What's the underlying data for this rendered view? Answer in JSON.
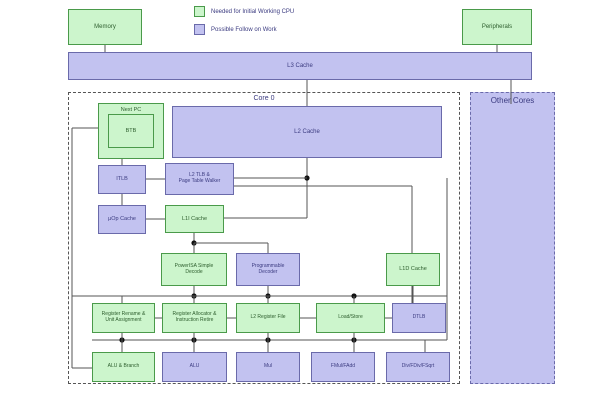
{
  "legend": {
    "items": [
      {
        "label": "Needed for Initial Working CPU",
        "color": "#ccf5cc",
        "kind": "green"
      },
      {
        "label": "Possible Follow on Work",
        "color": "#c2c2f0",
        "kind": "purple"
      }
    ]
  },
  "top": {
    "memory": "Memory",
    "peripherals": "Peripherals",
    "l3_cache": "L3 Cache"
  },
  "groups": {
    "core0": "Core 0",
    "other_cores": "Other Cores"
  },
  "blocks": {
    "next_pc": "Next PC",
    "btb": "BTB",
    "itlb": "ITLB",
    "uop_cache": "µOp Cache",
    "l2_tlb": "L2 TLB &\nPage Table Walker",
    "l2_tlb_line1": "L2 TLB &",
    "l2_tlb_line2": "Page Table Walker",
    "l1i_cache": "L1I Cache",
    "l2_cache": "L2 Cache",
    "l1d_cache": "L1D Cache",
    "powerisa_decode_line1": "PowerISA Simple",
    "powerisa_decode_line2": "Decode",
    "prog_decoder_line1": "Programmable",
    "prog_decoder_line2": "Decoder",
    "reg_rename_line1": "Register Rename &",
    "reg_rename_line2": "Unit Assignment",
    "reg_alloc_line1": "Register Allocator &",
    "reg_alloc_line2": "Instruction Retire",
    "l2_register_file": "L2 Register File",
    "load_store": "Load/Store",
    "dtlb": "DTLB",
    "alu_branch": "ALU & Branch",
    "alu": "ALU",
    "mul": "Mul",
    "fmul_fadd": "FMul/FAdd",
    "div_fdiv_fsqrt": "Div/FDiv/FSqrt"
  },
  "colors": {
    "green_fill": "#ccf5cc",
    "green_border": "#4a9a4a",
    "purple_fill": "#c2c2f0",
    "purple_border": "#6a6aaa",
    "wire": "#555555"
  }
}
